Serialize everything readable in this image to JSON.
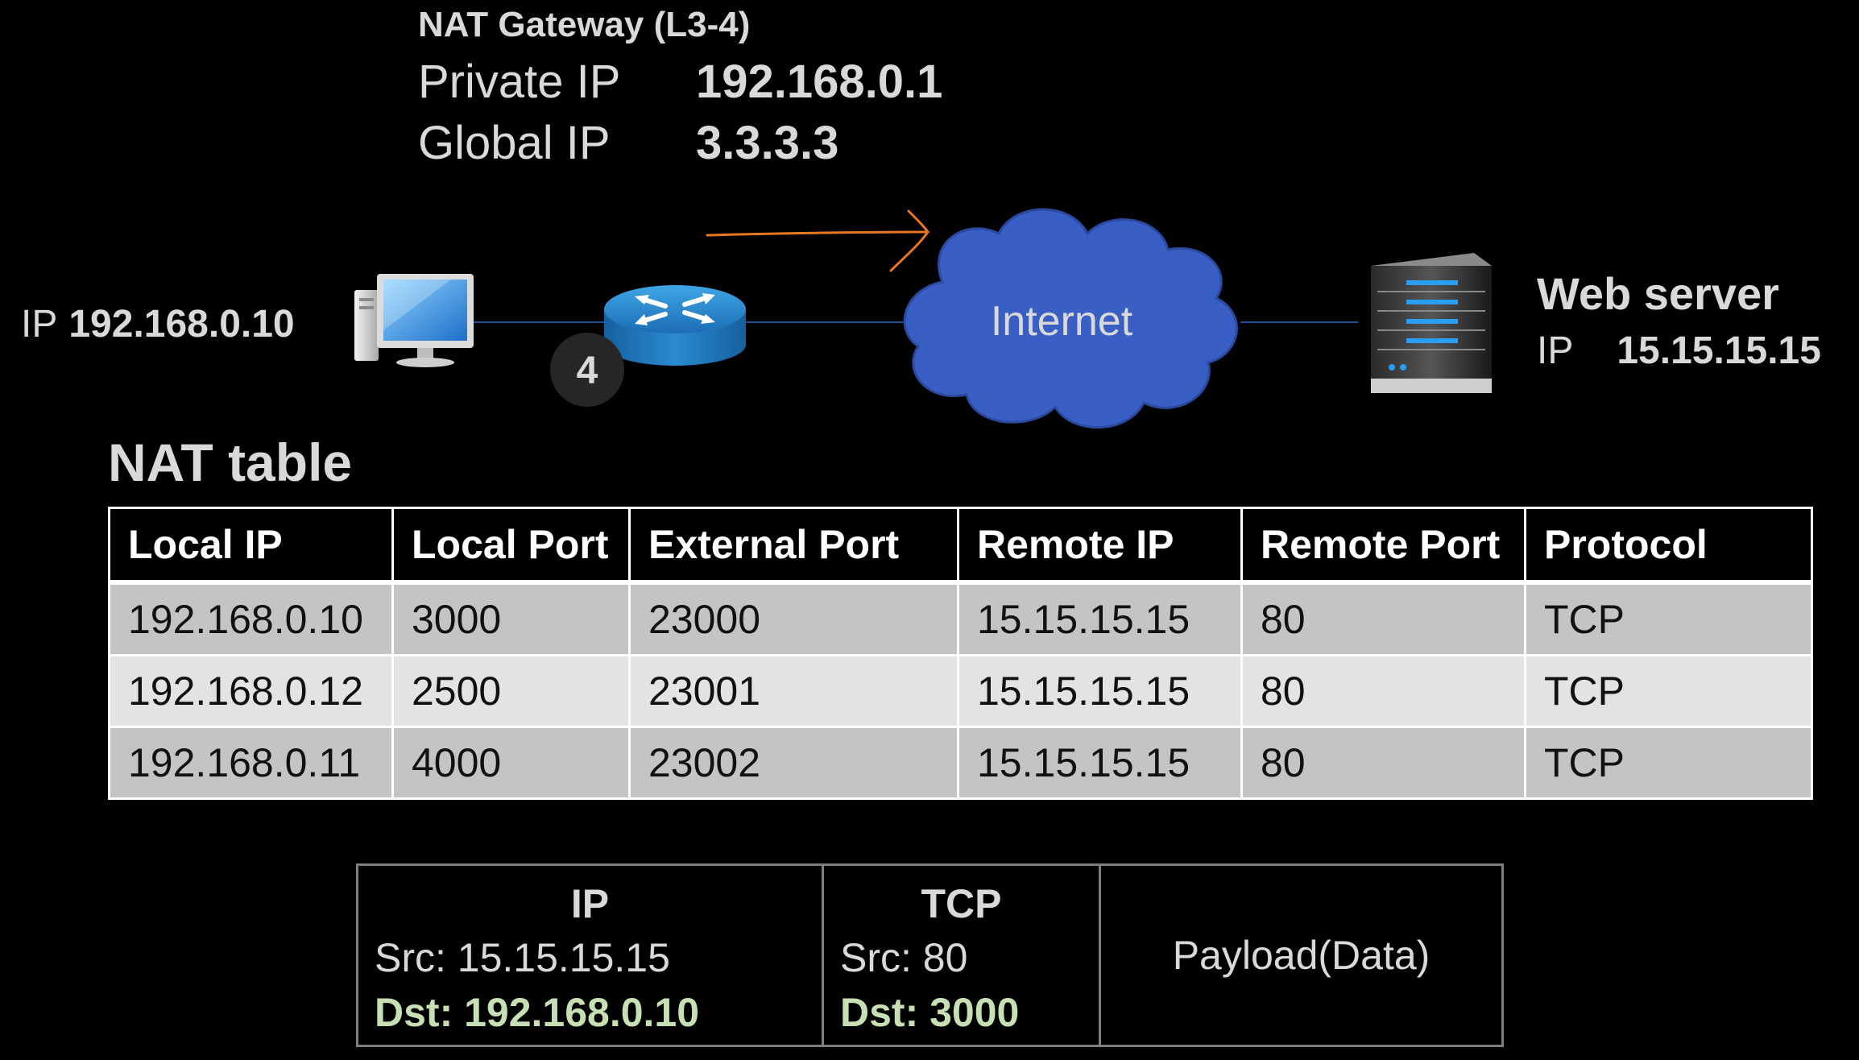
{
  "gateway": {
    "title": "NAT Gateway (L3-4)",
    "private_label": "Private IP",
    "private_ip": "192.168.0.1",
    "global_label": "Global IP",
    "global_ip": "3.3.3.3"
  },
  "host": {
    "ip_label": "IP",
    "ip": "192.168.0.10"
  },
  "step_badge": "4",
  "internet_label": "Internet",
  "web_server": {
    "title": "Web server",
    "ip_label": "IP",
    "ip": "15.15.15.15"
  },
  "nat_table": {
    "heading": "NAT table",
    "columns": [
      "Local IP",
      "Local Port",
      "External Port",
      "Remote IP",
      "Remote Port",
      "Protocol"
    ],
    "rows": [
      [
        "192.168.0.10",
        "3000",
        "23000",
        "15.15.15.15",
        "80",
        "TCP"
      ],
      [
        "192.168.0.12",
        "2500",
        "23001",
        "15.15.15.15",
        "80",
        "TCP"
      ],
      [
        "192.168.0.11",
        "4000",
        "23002",
        "15.15.15.15",
        "80",
        "TCP"
      ]
    ]
  },
  "packet": {
    "ip_header": "IP",
    "ip_src": "Src: 15.15.15.15",
    "ip_dst": "Dst: 192.168.0.10",
    "tcp_header": "TCP",
    "tcp_src": "Src: 80",
    "tcp_dst": "Dst: 3000",
    "payload": "Payload(Data)"
  },
  "colors": {
    "background": "#000000",
    "text": "#d9d9d9",
    "link_line": "#1f4e9a",
    "cloud": "#3a5fc4",
    "router": "#1f7fc4",
    "arrow": "#e87722",
    "dst_highlight": "#c6e0b4",
    "row_dark": "#c4c4c4",
    "row_light": "#e3e3e3"
  }
}
